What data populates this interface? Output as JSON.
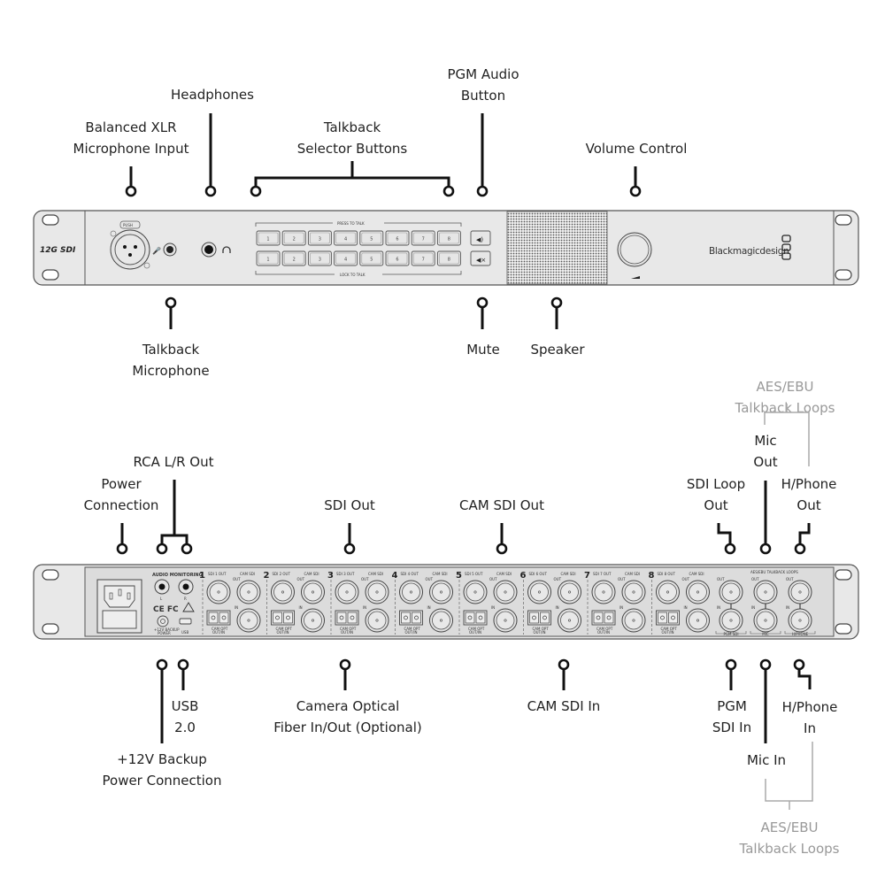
{
  "front_panel": {
    "badge": "12G SDI",
    "xlr_push_label": "PUSH",
    "press_to_talk_label": "PRESS TO TALK",
    "lock_to_talk_label": "LOCK TO TALK",
    "talk_buttons_row1": [
      "1",
      "2",
      "3",
      "4",
      "5",
      "6",
      "7",
      "8"
    ],
    "talk_buttons_row2": [
      "1",
      "2",
      "3",
      "4",
      "5",
      "6",
      "7",
      "8"
    ],
    "brand": "Blackmagicdesign"
  },
  "front_callouts": {
    "balanced_xlr": [
      "Balanced XLR",
      "Microphone Input"
    ],
    "headphones": [
      "Headphones"
    ],
    "talkback_selector": [
      "Talkback",
      "Selector Buttons"
    ],
    "pgm_audio": [
      "PGM Audio",
      "Button"
    ],
    "volume": [
      "Volume Control"
    ],
    "talkback_mic": [
      "Talkback",
      "Microphone"
    ],
    "mute": [
      "Mute"
    ],
    "speaker": [
      "Speaker"
    ]
  },
  "rear_panel": {
    "audio_monitoring_label": "AUDIO MONITORING",
    "rca_l": "L",
    "rca_r": "R",
    "cert_marks": "CE FC",
    "backup_power_label": [
      "+12V BACKUP",
      "POWER"
    ],
    "usb_label": "USB",
    "channels": [
      {
        "num": "1",
        "sdi_out": "SDI 1 OUT",
        "cam_sdi": "CAM SDI",
        "opt": [
          "CAM OPT",
          "OUT/IN"
        ]
      },
      {
        "num": "2",
        "sdi_out": "SDI 2 OUT",
        "cam_sdi": "CAM SDI",
        "opt": [
          "CAM OPT",
          "OUT/IN"
        ]
      },
      {
        "num": "3",
        "sdi_out": "SDI 3 OUT",
        "cam_sdi": "CAM SDI",
        "opt": [
          "CAM OPT",
          "OUT/IN"
        ]
      },
      {
        "num": "4",
        "sdi_out": "SDI 4 OUT",
        "cam_sdi": "CAM SDI",
        "opt": [
          "CAM OPT",
          "OUT/IN"
        ]
      },
      {
        "num": "5",
        "sdi_out": "SDI 5 OUT",
        "cam_sdi": "CAM SDI",
        "opt": [
          "CAM OPT",
          "OUT/IN"
        ]
      },
      {
        "num": "6",
        "sdi_out": "SDI 6 OUT",
        "cam_sdi": "CAM SDI",
        "opt": [
          "CAM OPT",
          "OUT/IN"
        ]
      },
      {
        "num": "7",
        "sdi_out": "SDI 7 OUT",
        "cam_sdi": "CAM SDI",
        "opt": [
          "CAM OPT",
          "OUT/IN"
        ]
      },
      {
        "num": "8",
        "sdi_out": "SDI 8 OUT",
        "cam_sdi": "CAM SDI",
        "opt": [
          "CAM OPT",
          "OUT/IN"
        ]
      }
    ],
    "out_label": "OUT",
    "in_label": "IN",
    "aes_loops_label": "AES/EBU TALKBACK LOOPS",
    "loop_groups": [
      "PGM SDI",
      "MIC",
      "H/PHONE"
    ]
  },
  "rear_callouts": {
    "rca": [
      "RCA L/R Out"
    ],
    "power": [
      "Power",
      "Connection"
    ],
    "sdi_out": [
      "SDI Out"
    ],
    "cam_sdi_out": [
      "CAM SDI Out"
    ],
    "sdi_loop_out": [
      "SDI Loop",
      "Out"
    ],
    "mic_out": [
      "Mic",
      "Out"
    ],
    "hphone_out": [
      "H/Phone",
      "Out"
    ],
    "aes_top": [
      "AES/EBU",
      "Talkback Loops"
    ],
    "usb": [
      "USB",
      "2.0"
    ],
    "backup_power": [
      "+12V Backup",
      "Power Connection"
    ],
    "cam_optical": [
      "Camera Optical",
      "Fiber In/Out (Optional)"
    ],
    "cam_sdi_in": [
      "CAM SDI In"
    ],
    "pgm_sdi_in": [
      "PGM",
      "SDI In"
    ],
    "mic_in": [
      "Mic In"
    ],
    "hphone_in": [
      "H/Phone",
      "In"
    ],
    "aes_bottom": [
      "AES/EBU",
      "Talkback Loops"
    ]
  },
  "colors": {
    "leader": "#111111",
    "gray_leader": "#aaaaaa",
    "panel": "#e8e8e8"
  }
}
